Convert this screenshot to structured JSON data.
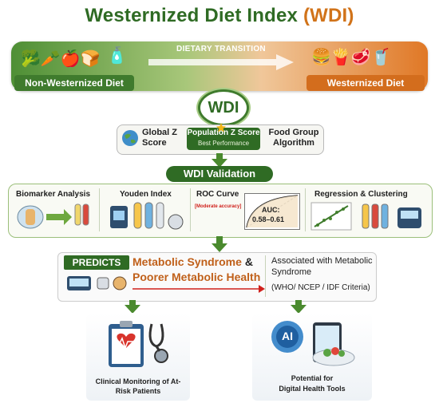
{
  "title": {
    "main": "Westernized Diet Index",
    "accent": "(WDI)"
  },
  "transition": {
    "label": "DIETARY TRANSITION",
    "left_label": "Non-Westernized Diet",
    "right_label": "Westernized Diet"
  },
  "wdi_badge": "WDI",
  "scores": {
    "global": "Global Z Score",
    "population_title": "Population Z Score",
    "population_sub": "Best Performance",
    "food_group": "Food Group Algorithm"
  },
  "validation": {
    "title": "WDI Validation",
    "biomarker": "Biomarker Analysis",
    "youden": "Youden Index",
    "roc": "ROC Curve",
    "moderate": "[Moderate accuracy]",
    "auc_label": "AUC:",
    "auc_value": "0.58–0.61",
    "regression": "Regression  &  Clustering"
  },
  "predicts": {
    "badge": "PREDICTS",
    "outcome_line1": "Metabolic Syndrome",
    "amp": "&",
    "outcome_line2": "Poorer Metabolic Health",
    "associated": "Associated with Metabolic Syndrome",
    "criteria": "(WHO/ NCEP / IDF Criteria)"
  },
  "outcomes": {
    "clinical": "Clinical Monitoring of At-Risk Patients",
    "digital_line1": "Potential for",
    "digital_line2": "Digital Health Tools",
    "ai_badge": "AI"
  },
  "icons": {
    "globe": "globe-icon",
    "star": "star-icon",
    "clipboard": "clipboard-heart-icon",
    "stethoscope": "stethoscope-icon",
    "tablet": "tablet-icon",
    "salad": "salad-bowl-icon"
  },
  "colors": {
    "green": "#2f6b24",
    "orange": "#d1731a",
    "red": "#d0201b"
  }
}
